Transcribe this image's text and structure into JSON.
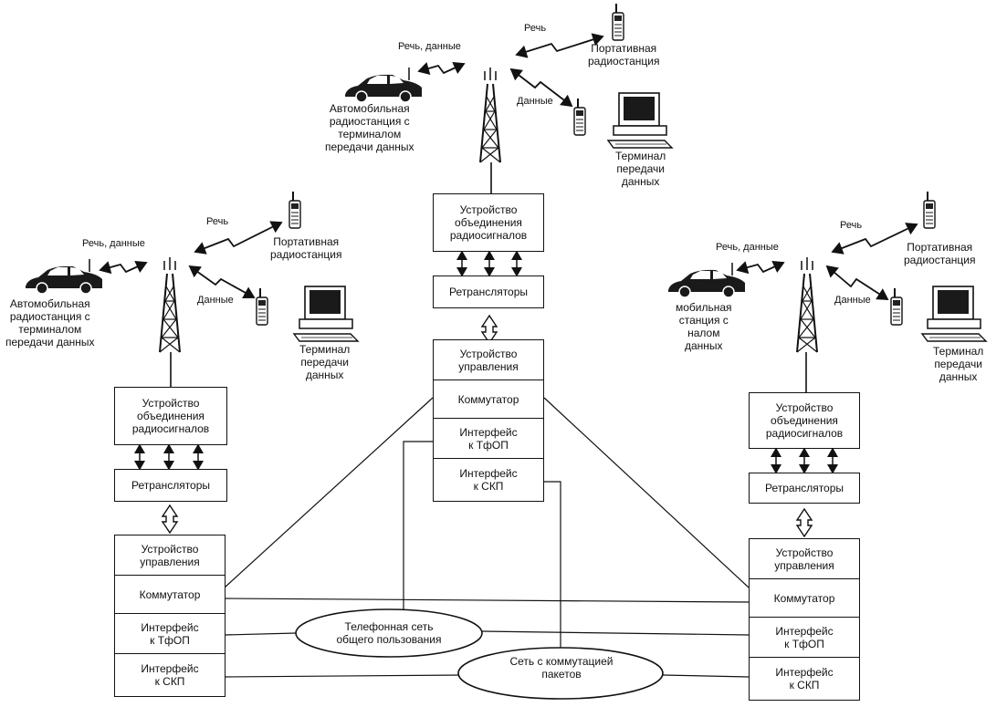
{
  "labels": {
    "speech": "Речь",
    "speech_data": "Речь, данные",
    "data": "Данные",
    "portable": "Портативная\nрадиостанция",
    "vehicle": "Автомобильная\nрадиостанция с\nтерминалом\nпередачи данных",
    "vehicle_partial": "мобильная\nстанция с\nналом\nданных",
    "terminal": "Терминал\nпередачи\nданных",
    "combiner": "Устройство\nобъединения\nрадиосигналов",
    "repeaters": "Ретрансляторы",
    "control": "Устройство\nуправления",
    "switch": "Коммутатор",
    "pstn_iface": "Интерфейс\nк ТфОП",
    "psn_iface": "Интерфейс\nк СКП"
  },
  "networks": {
    "pstn": "Телефонная сеть\nобщего пользования",
    "psn": "Сеть с коммутацией\nпакетов"
  },
  "colors": {
    "line": "#111111",
    "fill": "#1a1a1a",
    "background": "#ffffff"
  }
}
